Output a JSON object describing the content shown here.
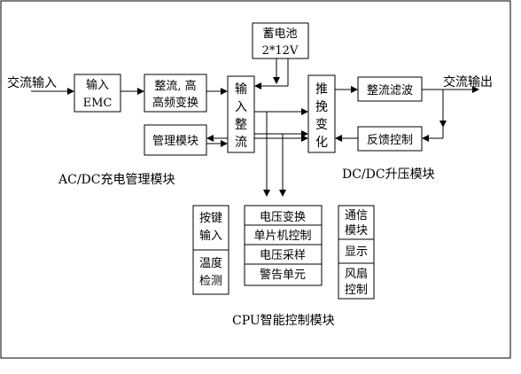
{
  "labels": {
    "ac_input": "交流输入",
    "ac_output": "交流输出",
    "input_emc_l1": "输入",
    "input_emc_l2": "EMC",
    "rect_hf_l1": "整流, 高",
    "rect_hf_l2": "高频变换",
    "battery_l1": "蓄电池",
    "battery_l2": "2*12V",
    "input_rect_chars": [
      "输",
      "入",
      "整",
      "流"
    ],
    "management": "管理模块",
    "push_pull_chars": [
      "推",
      "挽",
      "变",
      "化"
    ],
    "filter": "整流滤波",
    "feedback": "反馈控制",
    "acdc_caption": "AC/DC充电管理模块",
    "dcdc_caption": "DC/DC升压模块",
    "cpu_caption": "CPU智能控制模块",
    "key_input_l1": "按键",
    "key_input_l2": "输入",
    "temp_l1": "温度",
    "temp_l2": "检测",
    "cpu_items": [
      "电压变换",
      "单片机控制",
      "电压采样",
      "警告单元"
    ],
    "comm_l1": "通信",
    "comm_l2": "模块",
    "display": "显示",
    "fan_l1": "风扇",
    "fan_l2": "控制"
  }
}
